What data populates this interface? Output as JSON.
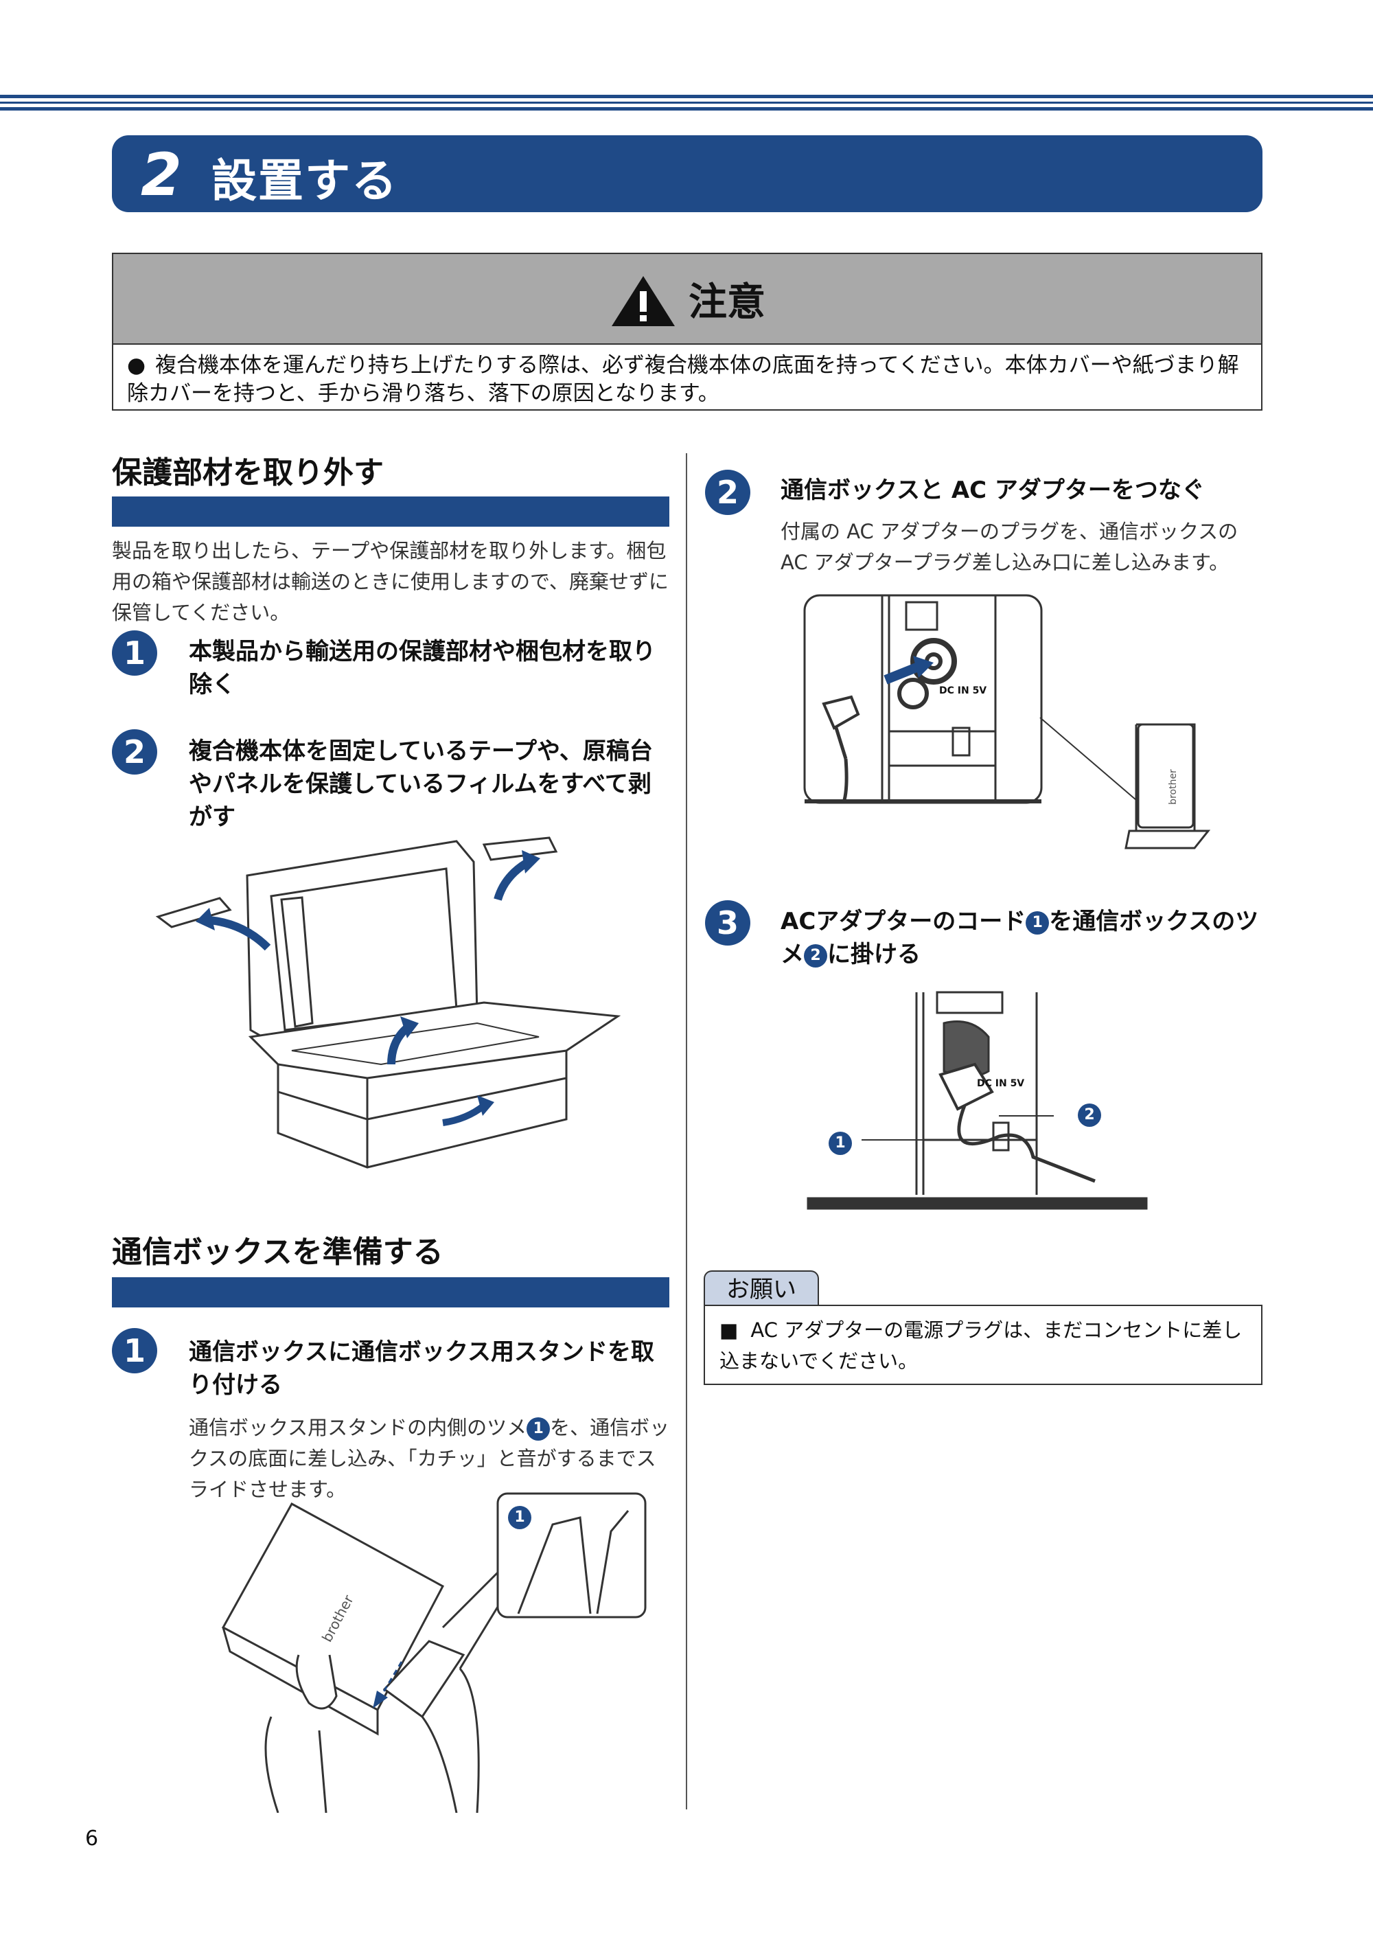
{
  "chapter": {
    "number": "2",
    "title": "設置する"
  },
  "caution": {
    "title": "注意",
    "bullet": "●",
    "text": "複合機本体を運んだり持ち上げたりする際は、必ず複合機本体の底面を持ってください。本体カバーや紙づまり解除カバーを持つと、手から滑り落ち、落下の原因となります。"
  },
  "left": {
    "section1": {
      "title": "保護部材を取り外す",
      "intro": "製品を取り出したら、テープや保護部材を取り外します。梱包用の箱や保護部材は輸送のときに使用しますので、廃棄せずに保管してください。",
      "steps": [
        {
          "num": "1",
          "text": "本製品から輸送用の保護部材や梱包材を取り除く"
        },
        {
          "num": "2",
          "text": "複合機本体を固定しているテープや、原稿台やパネルを保護しているフィルムをすべて剥がす"
        }
      ]
    },
    "section2": {
      "title": "通信ボックスを準備する",
      "steps": [
        {
          "num": "1",
          "text": "通信ボックスに通信ボックス用スタンドを取り付ける",
          "desc_a": "通信ボックス用スタンドの内側のツメ",
          "desc_mark": "1",
          "desc_b": "を、通信ボックスの底面に差し込み、「カチッ」と音がするまでスライドさせます。"
        }
      ],
      "callout": "1",
      "brand": "brother"
    }
  },
  "right": {
    "step2": {
      "num": "2",
      "text": "通信ボックスと AC アダプターをつなぐ",
      "desc": "付属の AC アダプターのプラグを、通信ボックスの AC アダプタープラグ差し込み口に差し込みます。",
      "port_label": "DC IN 5V",
      "brand": "brother"
    },
    "step3": {
      "num": "3",
      "text_a": "ACアダプターのコード",
      "mark1": "1",
      "text_b": "を通信ボックスのツメ",
      "mark2": "2",
      "text_c": "に掛ける",
      "port_label": "DC IN 5V",
      "callout1": "1",
      "callout2": "2"
    },
    "note": {
      "tab": "お願い",
      "bullet": "■",
      "text": "AC アダプターの電源プラグは、まだコンセントに差し込まないでください。"
    }
  },
  "page_number": "6"
}
